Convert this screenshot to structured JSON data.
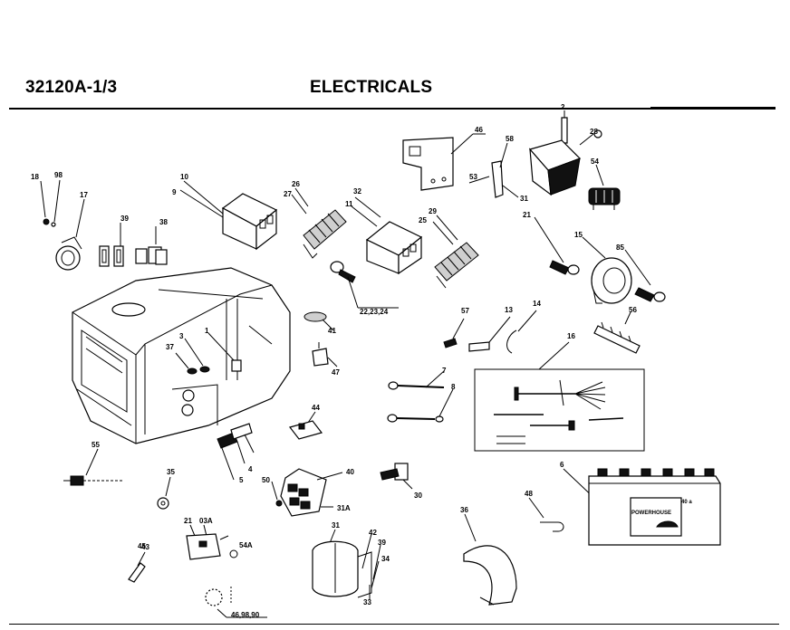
{
  "header": {
    "doc_code": "32120A-1/3",
    "title": "ELECTRICALS"
  },
  "callouts": [
    "18",
    "98",
    "17",
    "39",
    "38",
    "10",
    "9",
    "26",
    "27",
    "32",
    "11",
    "29",
    "25",
    "46",
    "58",
    "53",
    "31",
    "2",
    "28",
    "54",
    "21",
    "15",
    "85",
    "22,23,24",
    "57",
    "13",
    "14",
    "56",
    "41",
    "47",
    "37",
    "3",
    "1",
    "7",
    "8",
    "16",
    "44",
    "4",
    "5",
    "55",
    "35",
    "50",
    "40",
    "31A",
    "30",
    "6",
    "48",
    "36",
    "21",
    "03A",
    "43",
    "54A",
    "31",
    "42",
    "39",
    "34",
    "33",
    "45",
    "46,98,90"
  ],
  "battery": {
    "brand_text": "POWERHOUSE",
    "capacity_text": "40 a"
  }
}
